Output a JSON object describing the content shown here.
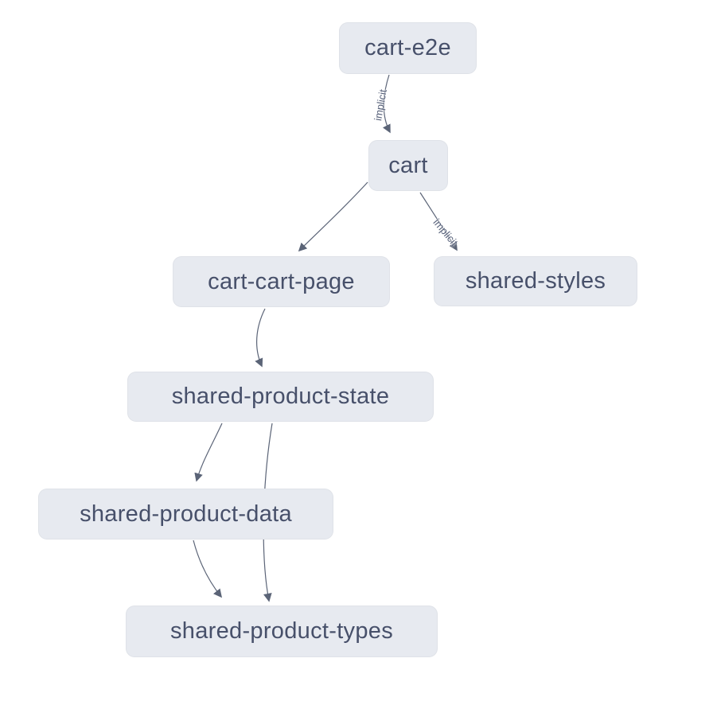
{
  "diagram": {
    "type": "dependency-graph",
    "background_color": "#ffffff",
    "node_fill_color": "#e7eaf0",
    "node_text_color": "#47506a",
    "edge_color": "#5b6477",
    "nodes": [
      {
        "id": "cart-e2e",
        "label": "cart-e2e"
      },
      {
        "id": "cart",
        "label": "cart"
      },
      {
        "id": "cart-cart-page",
        "label": "cart-cart-page"
      },
      {
        "id": "shared-styles",
        "label": "shared-styles"
      },
      {
        "id": "shared-product-state",
        "label": "shared-product-state"
      },
      {
        "id": "shared-product-data",
        "label": "shared-product-data"
      },
      {
        "id": "shared-product-types",
        "label": "shared-product-types"
      }
    ],
    "edges": [
      {
        "source": "cart-e2e",
        "target": "cart",
        "label": "implicit"
      },
      {
        "source": "cart",
        "target": "cart-cart-page",
        "label": ""
      },
      {
        "source": "cart",
        "target": "shared-styles",
        "label": "implicit"
      },
      {
        "source": "cart-cart-page",
        "target": "shared-product-state",
        "label": ""
      },
      {
        "source": "shared-product-state",
        "target": "shared-product-data",
        "label": ""
      },
      {
        "source": "shared-product-state",
        "target": "shared-product-types",
        "label": ""
      },
      {
        "source": "shared-product-data",
        "target": "shared-product-types",
        "label": ""
      }
    ]
  }
}
